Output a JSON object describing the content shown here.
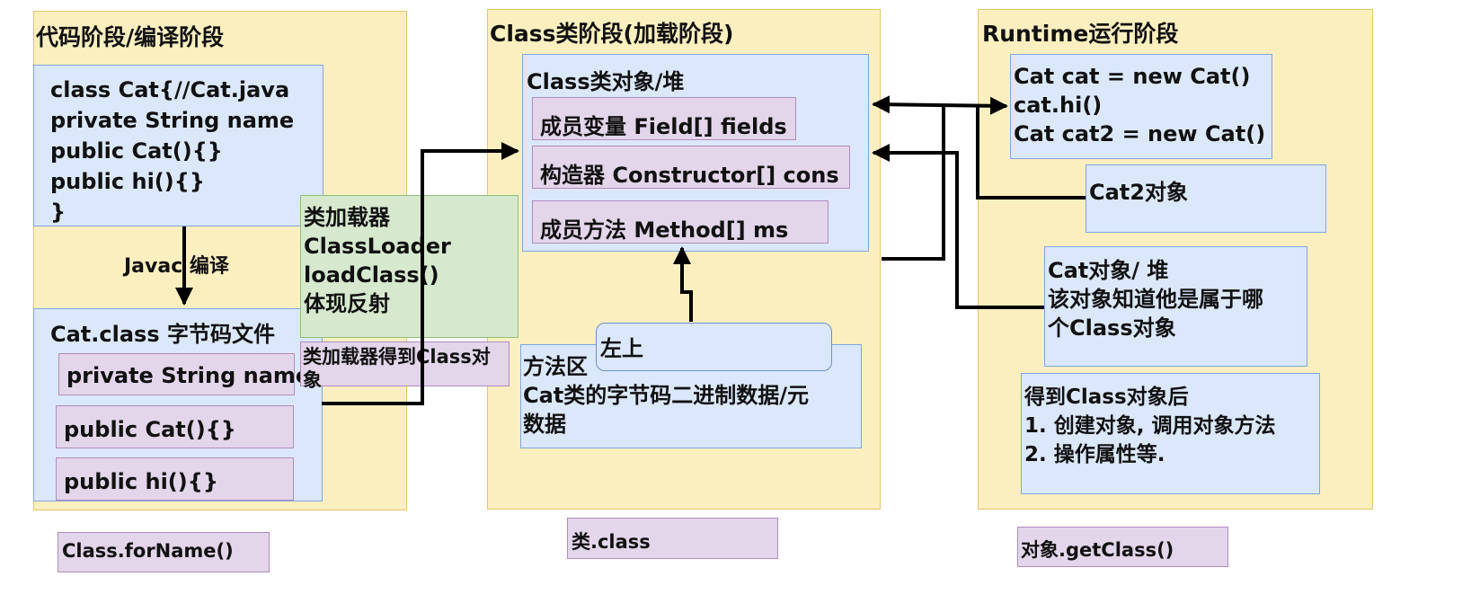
{
  "stages": {
    "code": {
      "title": "代码阶段/编译阶段"
    },
    "class": {
      "title": "Class类阶段(加载阶段)"
    },
    "runtime": {
      "title": "Runtime运行阶段"
    }
  },
  "source_code": {
    "lines": [
      "class Cat{//Cat.java",
      "private String name",
      "public Cat(){}",
      "public hi(){}",
      "}"
    ]
  },
  "javac_label": "Javac 编译",
  "bytecode": {
    "title": "Cat.class 字节码文件",
    "members": [
      "private String name",
      "public Cat(){}",
      "public hi(){}"
    ]
  },
  "classloader": {
    "lines": [
      "类加载器",
      "ClassLoader",
      "loadClass()",
      "体现反射"
    ]
  },
  "classloader_note": "类加载器得到Class对象",
  "class_object": {
    "title": "Class类对象/堆",
    "members": [
      "成员变量 Field[] fields",
      "构造器 Constructor[] cons",
      "成员方法 Method[] ms"
    ]
  },
  "method_area": {
    "lines": [
      "方法区",
      "Cat类的字节码二进制数据/元",
      "数据"
    ]
  },
  "tooltip": "左上",
  "runtime_code": {
    "lines": [
      "Cat cat = new Cat()",
      "cat.hi()",
      "Cat cat2 = new Cat()"
    ]
  },
  "cat2_object": "Cat2对象",
  "cat_object": {
    "lines": [
      "Cat对象/ 堆",
      "该对象知道他是属于哪",
      "个Class对象"
    ]
  },
  "after_class": {
    "lines": [
      "得到Class对象后",
      "1. 创建对象, 调用对象方法",
      "2. 操作属性等."
    ]
  },
  "bottom_labels": {
    "forname": "Class.forName()",
    "dotclass": "类.class",
    "getclass": "对象.getClass()"
  },
  "colors": {
    "stage_fill": "#fcefbf",
    "blue_fill": "#dbe8fb",
    "pink_fill": "#e3d5ea",
    "green_fill": "#d6e9cf",
    "arrow": "#000000"
  }
}
